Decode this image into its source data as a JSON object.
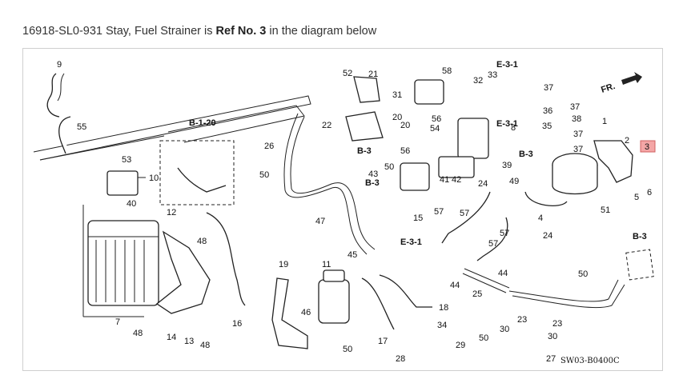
{
  "caption": {
    "prefix": "16918-SL0-931 Stay, Fuel Strainer is ",
    "ref": "Ref No. 3",
    "suffix": " in the diagram below"
  },
  "diagram": {
    "code": "SW03-B0400C",
    "direction_label": "FR.",
    "highlighted_ref": "3",
    "highlight_color": "#f4a6a6",
    "section_refs": [
      "B-1-20",
      "B-3",
      "B-3",
      "B-3",
      "E-3-1",
      "E-3-1",
      "E-3-1",
      "B-3"
    ],
    "part_numbers": [
      "1",
      "2",
      "3",
      "4",
      "5",
      "6",
      "7",
      "8",
      "9",
      "10",
      "11",
      "12",
      "13",
      "14",
      "15",
      "16",
      "17",
      "18",
      "19",
      "20",
      "21",
      "22",
      "23",
      "24",
      "25",
      "26",
      "27",
      "28",
      "29",
      "30",
      "31",
      "32",
      "33",
      "34",
      "35",
      "36",
      "37",
      "38",
      "39",
      "40",
      "41",
      "42",
      "43",
      "44",
      "45",
      "46",
      "47",
      "48",
      "49",
      "50",
      "51",
      "52",
      "53",
      "54",
      "55",
      "56",
      "57",
      "58"
    ]
  }
}
